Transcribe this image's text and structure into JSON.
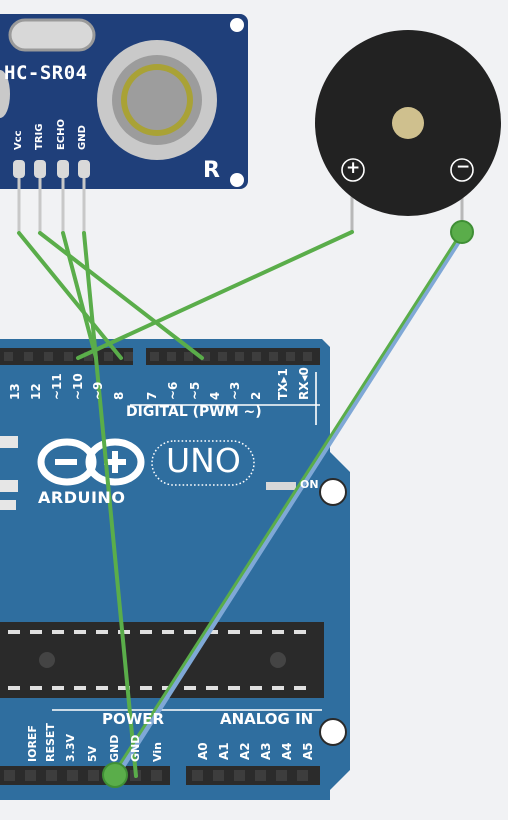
{
  "colors": {
    "background": "#f1f2f4",
    "board_blue": "#2f6e9f",
    "sensor_blue": "#1f3f7a",
    "wire_green": "#5aad4a",
    "wire_blue": "#7fa8d6",
    "buzzer_body": "#222222",
    "chip_black": "#2a2a2a"
  },
  "sensor": {
    "model": "HC-SR04",
    "side_letter": "R",
    "pins": [
      {
        "label": "Vcc",
        "color": "#ffffff"
      },
      {
        "label": "TRIG",
        "color": "#ffffff"
      },
      {
        "label": "ECHO",
        "color": "#ffffff"
      },
      {
        "label": "GND",
        "color": "#ffffff"
      }
    ]
  },
  "buzzer": {
    "plus": "+",
    "minus": "−"
  },
  "arduino": {
    "brand": "ARDUINO",
    "model": "UNO",
    "on_label": "ON",
    "digital_header": "DIGITAL (PWM ~)",
    "digital_pins": [
      "13",
      "12",
      "~11",
      "~10",
      "~9",
      "8",
      "7",
      "~6",
      "~5",
      "4",
      "~3",
      "2",
      "TX▸1",
      "RX◂0"
    ],
    "power_header": "POWER",
    "power_pins": [
      "IOREF",
      "RESET",
      "3.3V",
      "5V",
      "GND",
      "GND",
      "Vin"
    ],
    "analog_header": "ANALOG IN",
    "analog_pins": [
      "A0",
      "A1",
      "A2",
      "A3",
      "A4",
      "A5"
    ]
  }
}
